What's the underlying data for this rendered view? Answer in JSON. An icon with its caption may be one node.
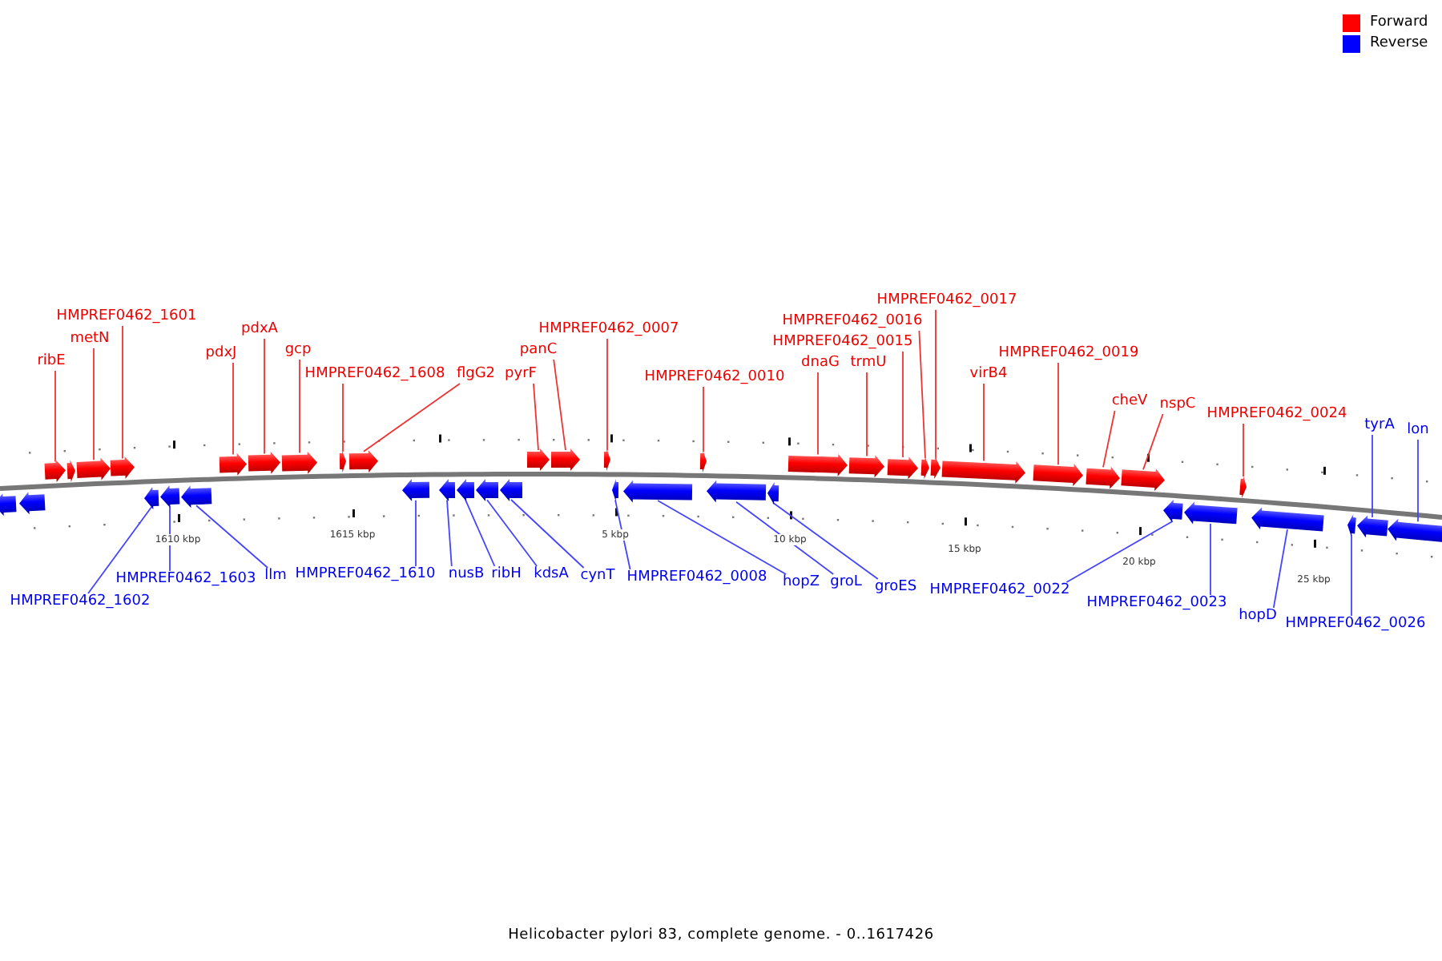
{
  "diagram": {
    "caption": "Helicobacter pylori 83, complete genome. - 0..1617426",
    "nodes": [
      {
        "text": [
          "ribE"
        ]
      },
      {
        "text": [
          "metN"
        ]
      },
      {
        "text": [
          "HMPREF0462_1601"
        ]
      },
      {
        "text": [
          "pdxJ"
        ]
      },
      {
        "text": [
          "pdxA"
        ]
      },
      {
        "text": [
          "gcp"
        ]
      },
      {
        "text": [
          "HMPREF0462_1608"
        ]
      },
      {
        "text": [
          "flgG2"
        ]
      },
      {
        "text": [
          "pyrF"
        ]
      },
      {
        "text": [
          "panC"
        ]
      },
      {
        "text": [
          "HMPREF0462_0007"
        ]
      },
      {
        "text": [
          "HMPREF0462_0010"
        ]
      },
      {
        "text": [
          "dnaG"
        ]
      },
      {
        "text": [
          "trmU"
        ]
      },
      {
        "text": [
          "HMPREF0462_0015"
        ]
      },
      {
        "text": [
          "HMPREF0462_0016"
        ]
      },
      {
        "text": [
          "HMPREF0462_0017"
        ]
      },
      {
        "text": [
          "virB4"
        ]
      },
      {
        "text": [
          "HMPREF0462_0019"
        ]
      },
      {
        "text": [
          "cheV"
        ]
      },
      {
        "text": [
          "nspC"
        ]
      },
      {
        "text": [
          "HMPREF0462_0024"
        ]
      },
      {
        "text": [
          "tyrA"
        ]
      },
      {
        "text": [
          "lon"
        ]
      },
      {
        "text": [
          "HMPREF0462_1603"
        ]
      },
      {
        "text": [
          "HMPREF0462_1602"
        ]
      },
      {
        "text": [
          "llm"
        ]
      },
      {
        "text": [
          "HMPREF0462_1610"
        ]
      },
      {
        "text": [
          "nusB"
        ]
      },
      {
        "text": [
          "ribH"
        ]
      },
      {
        "text": [
          "kdsA"
        ]
      },
      {
        "text": [
          "cynT"
        ]
      },
      {
        "text": [
          "HMPREF0462_0008"
        ]
      },
      {
        "text": [
          "hopZ"
        ]
      },
      {
        "text": [
          "groL"
        ]
      },
      {
        "text": [
          "groES"
        ]
      },
      {
        "text": [
          "HMPREF0462_0022"
        ]
      },
      {
        "text": [
          "HMPREF0462_0023"
        ]
      },
      {
        "text": [
          "hopD"
        ]
      },
      {
        "text": [
          "HMPREF0462_0026"
        ]
      },
      {
        "text": [],
        "shape": "arrow"
      },
      {
        "text": [],
        "shape": "arrow"
      },
      {
        "text": [],
        "shape": "arrow"
      },
      {
        "text": [],
        "shape": "arrow"
      },
      {
        "text": [],
        "shape": "arrow"
      },
      {
        "text": [],
        "shape": "arrow"
      },
      {
        "text": [],
        "shape": "arrow"
      },
      {
        "text": [],
        "shape": "arrow"
      },
      {
        "text": [],
        "shape": "arrow"
      },
      {
        "text": [],
        "shape": "arrow"
      },
      {
        "text": [],
        "shape": "arrow"
      },
      {
        "text": [],
        "shape": "arrow"
      },
      {
        "text": [],
        "shape": "arrow"
      },
      {
        "text": [],
        "shape": "arrow"
      },
      {
        "text": [],
        "shape": "arrow"
      },
      {
        "text": [],
        "shape": "arrow"
      },
      {
        "text": [],
        "shape": "arrow"
      },
      {
        "text": [],
        "shape": "arrow"
      },
      {
        "text": [],
        "shape": "arrow"
      },
      {
        "text": [],
        "shape": "arrow"
      },
      {
        "text": [],
        "shape": "arrow"
      },
      {
        "text": [],
        "shape": "arrow"
      },
      {
        "text": [],
        "shape": "arrow"
      },
      {
        "text": [],
        "shape": "arrow"
      },
      {
        "text": [],
        "shape": "arrow"
      },
      {
        "text": [],
        "shape": "arrow"
      },
      {
        "text": [],
        "shape": "arrow"
      },
      {
        "text": [],
        "shape": "arrow"
      },
      {
        "text": [],
        "shape": "arrow"
      },
      {
        "text": [],
        "shape": "arrow"
      },
      {
        "text": [],
        "shape": "arrow"
      },
      {
        "text": [],
        "shape": "arrow"
      },
      {
        "text": [],
        "shape": "arrow"
      },
      {
        "text": [],
        "shape": "arrow"
      },
      {
        "text": [],
        "shape": "arrow"
      },
      {
        "text": [],
        "shape": "arrow"
      },
      {
        "text": [],
        "shape": "arrow"
      },
      {
        "text": [],
        "shape": "arrow"
      },
      {
        "text": [],
        "shape": "arrow"
      },
      {
        "text": [],
        "shape": "arrow"
      },
      {
        "text": [],
        "shape": "arrow"
      },
      {
        "text": [],
        "shape": "arrow"
      },
      {
        "text": [],
        "shape": "arrow"
      }
    ],
    "edges": [
      {
        "from": 0,
        "to": 40,
        "arrow": "none"
      },
      {
        "from": 1,
        "to": 42,
        "arrow": "none"
      },
      {
        "from": 2,
        "to": 43,
        "arrow": "none"
      },
      {
        "from": 3,
        "to": 44,
        "arrow": "none"
      },
      {
        "from": 4,
        "to": 45,
        "arrow": "none"
      },
      {
        "from": 5,
        "to": 46,
        "arrow": "none"
      },
      {
        "from": 6,
        "to": 47,
        "arrow": "none"
      },
      {
        "from": 7,
        "to": 48,
        "arrow": "none"
      },
      {
        "from": 8,
        "to": 49,
        "arrow": "none"
      },
      {
        "from": 9,
        "to": 50,
        "arrow": "none"
      },
      {
        "from": 10,
        "to": 51,
        "arrow": "none"
      },
      {
        "from": 11,
        "to": 52,
        "arrow": "none"
      },
      {
        "from": 12,
        "to": 53,
        "arrow": "none"
      },
      {
        "from": 13,
        "to": 54,
        "arrow": "none"
      },
      {
        "from": 14,
        "to": 55,
        "arrow": "none"
      },
      {
        "from": 15,
        "to": 56,
        "arrow": "none"
      },
      {
        "from": 16,
        "to": 57,
        "arrow": "none"
      },
      {
        "from": 17,
        "to": 58,
        "arrow": "none"
      },
      {
        "from": 18,
        "to": 59,
        "arrow": "none"
      },
      {
        "from": 19,
        "to": 60,
        "arrow": "none"
      },
      {
        "from": 20,
        "to": 61,
        "arrow": "none"
      },
      {
        "from": 21,
        "to": 62,
        "arrow": "none"
      },
      {
        "from": 22,
        "to": 81,
        "arrow": "none",
        "color": "#4444ff"
      },
      {
        "from": 23,
        "to": 82,
        "arrow": "none",
        "color": "#4444ff"
      },
      {
        "from": 24,
        "to": 66,
        "arrow": "none",
        "color": "#4444ff"
      },
      {
        "from": 25,
        "to": 65,
        "arrow": "none",
        "color": "#4444ff"
      },
      {
        "from": 26,
        "to": 67,
        "arrow": "none",
        "color": "#4444ff"
      },
      {
        "from": 27,
        "to": 68,
        "arrow": "none",
        "color": "#4444ff"
      },
      {
        "from": 28,
        "to": 69,
        "arrow": "none",
        "color": "#4444ff"
      },
      {
        "from": 29,
        "to": 70,
        "arrow": "none",
        "color": "#4444ff"
      },
      {
        "from": 30,
        "to": 71,
        "arrow": "none",
        "color": "#4444ff"
      },
      {
        "from": 31,
        "to": 72,
        "arrow": "none",
        "color": "#4444ff"
      },
      {
        "from": 32,
        "to": 73,
        "arrow": "none",
        "color": "#4444ff"
      },
      {
        "from": 33,
        "to": 74,
        "arrow": "none",
        "color": "#4444ff"
      },
      {
        "from": 34,
        "to": 75,
        "arrow": "none",
        "color": "#4444ff"
      },
      {
        "from": 35,
        "to": 76,
        "arrow": "none",
        "color": "#4444ff"
      },
      {
        "from": 36,
        "to": 77,
        "arrow": "none",
        "color": "#4444ff"
      },
      {
        "from": 37,
        "to": 78,
        "arrow": "none",
        "color": "#4444ff"
      },
      {
        "from": 38,
        "to": 79,
        "arrow": "none",
        "color": "#4444ff"
      },
      {
        "from": 39,
        "to": 80,
        "arrow": "none",
        "color": "#4444ff"
      }
    ],
    "labels": [
      "1610 kbp",
      "1615 kbp",
      "5 kbp",
      "10 kbp",
      "15 kbp",
      "20 kbp",
      "25 kbp"
    ],
    "legend": [
      {
        "text": "Forward",
        "color": "#ff0000"
      },
      {
        "text": "Reverse",
        "color": "#0000ff"
      }
    ]
  }
}
